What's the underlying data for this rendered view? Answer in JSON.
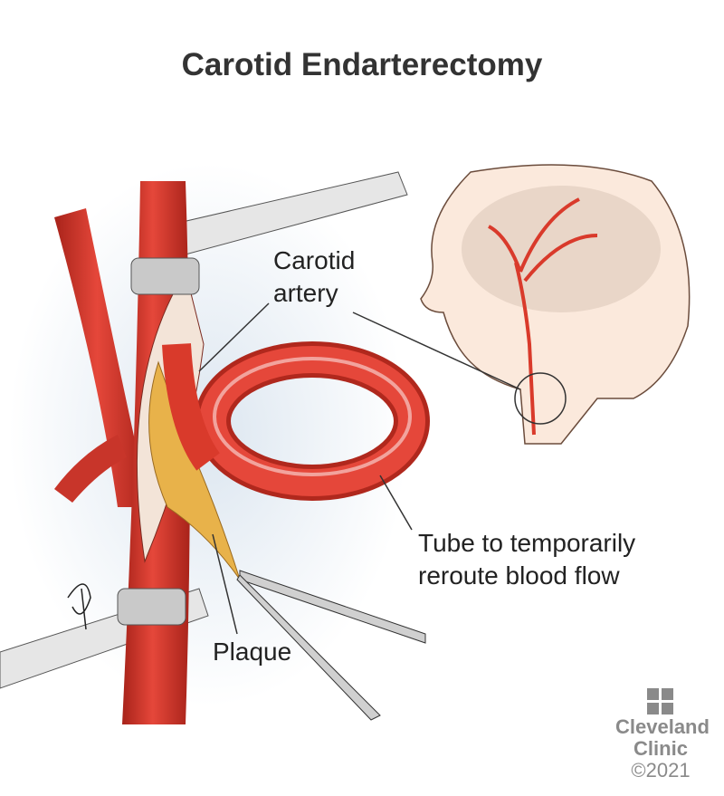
{
  "title": "Carotid Endarterectomy",
  "labels": {
    "carotid_artery_line1": "Carotid",
    "carotid_artery_line2": "artery",
    "tube_line1": "Tube to temporarily",
    "tube_line2": "reroute blood flow",
    "plaque": "Plaque"
  },
  "logo": {
    "name_line1": "Cleveland",
    "name_line2": "Clinic",
    "copyright": "©2021"
  },
  "colors": {
    "artery": "#d93a2b",
    "plaque": "#e8b24a",
    "clamp": "#c9c9c9",
    "logo": "#8a8a8a"
  }
}
